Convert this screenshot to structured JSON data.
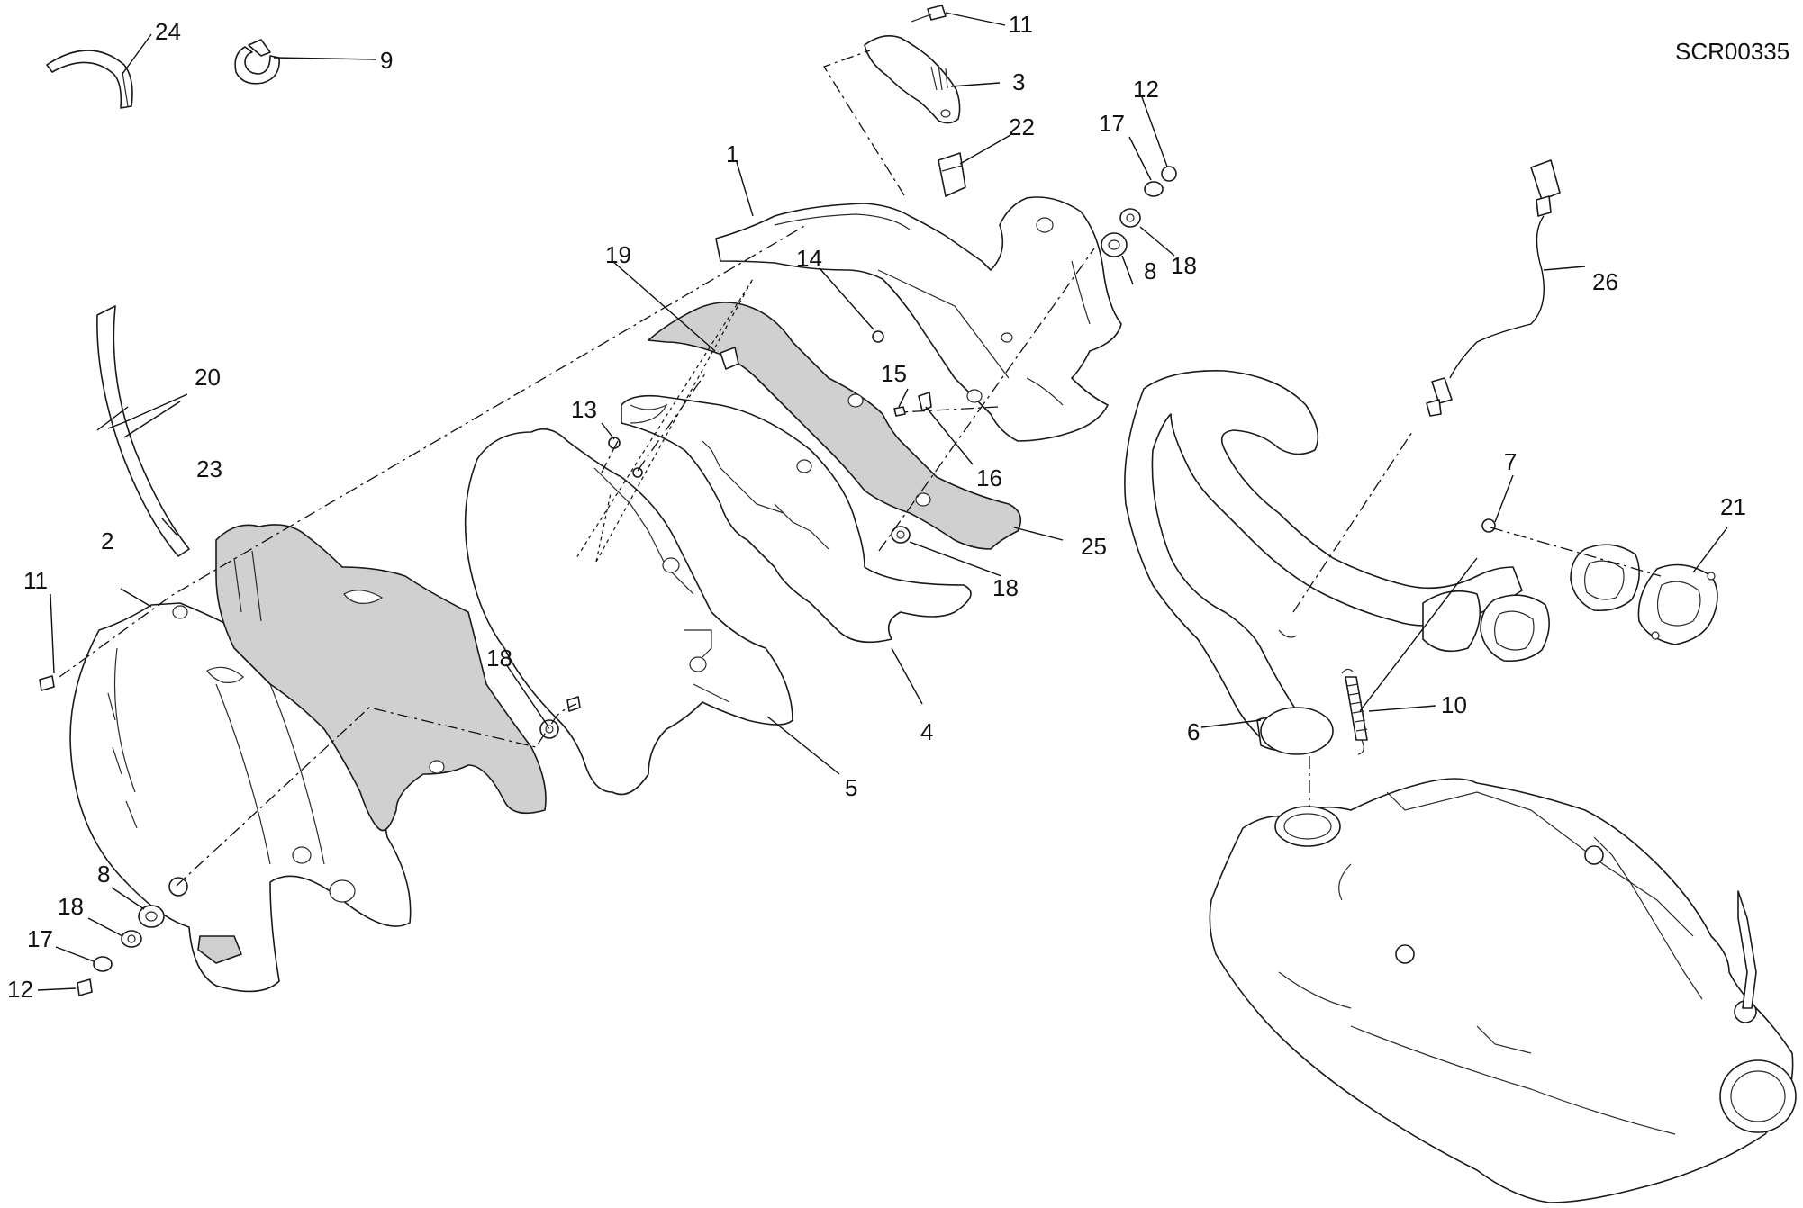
{
  "diagram_code": "SCR00335",
  "callouts": {
    "c1": "1",
    "c2": "2",
    "c3": "3",
    "c4": "4",
    "c5": "5",
    "c6": "6",
    "c7": "7",
    "c8a": "8",
    "c8b": "8",
    "c9": "9",
    "c10": "10",
    "c11a": "11",
    "c11b": "11",
    "c12a": "12",
    "c12b": "12",
    "c13": "13",
    "c14": "14",
    "c15": "15",
    "c16": "16",
    "c17a": "17",
    "c17b": "17",
    "c18a": "18",
    "c18b": "18",
    "c18c": "18",
    "c18d": "18",
    "c19": "19",
    "c20": "20",
    "c21": "21",
    "c22": "22",
    "c23": "23",
    "c24": "24",
    "c25": "25",
    "c26": "26"
  }
}
